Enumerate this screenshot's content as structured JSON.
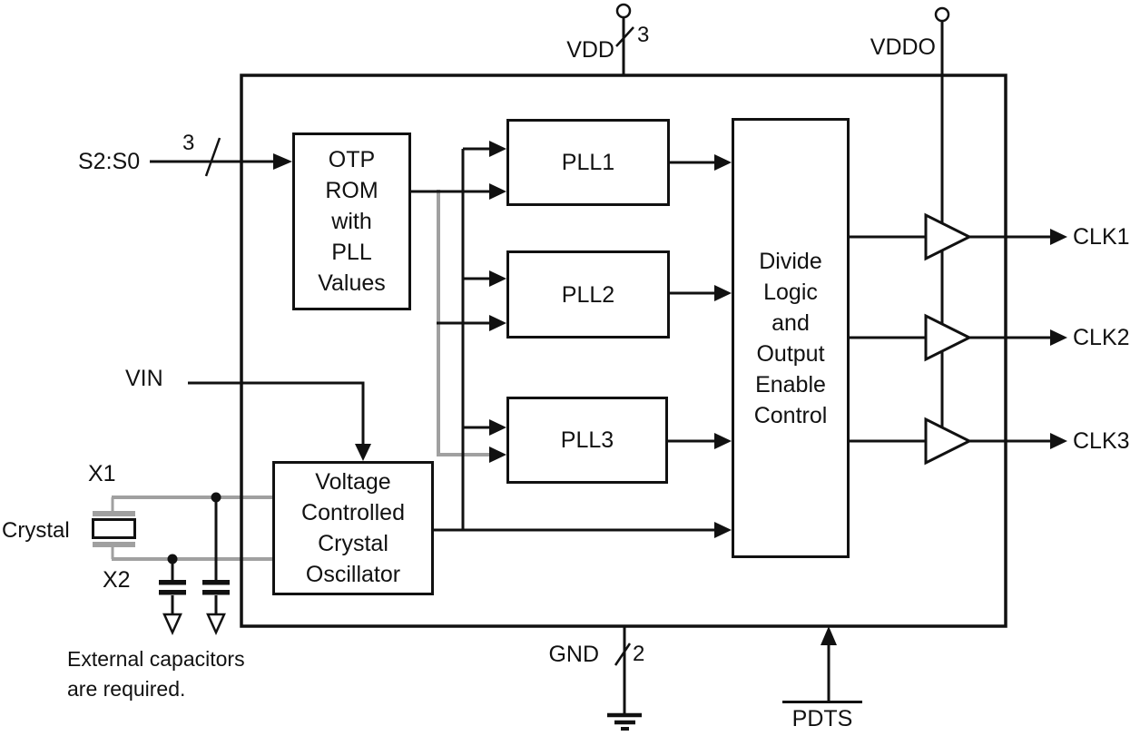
{
  "diagram": {
    "blocks": {
      "otp_rom": {
        "label": "OTP\nROM\nwith\nPLL\nValues"
      },
      "pll1": {
        "label": "PLL1"
      },
      "pll2": {
        "label": "PLL2"
      },
      "pll3": {
        "label": "PLL3"
      },
      "divide_logic": {
        "label": "Divide\nLogic\nand\nOutput\nEnable\nControl"
      },
      "vcxo": {
        "label": "Voltage\nControlled\nCrystal\nOscillator"
      }
    },
    "pins": {
      "s2_s0": {
        "label": "S2:S0",
        "bus_width": "3"
      },
      "vdd": {
        "label": "VDD",
        "bus_width": "3"
      },
      "vddo": {
        "label": "VDDO"
      },
      "gnd": {
        "label": "GND",
        "bus_width": "2"
      },
      "vin": {
        "label": "VIN"
      },
      "x1": {
        "label": "X1"
      },
      "x2": {
        "label": "X2"
      },
      "clk1": {
        "label": "CLK1"
      },
      "clk2": {
        "label": "CLK2"
      },
      "clk3": {
        "label": "CLK3"
      },
      "pdts": {
        "label": "PDTS",
        "active_low": true
      }
    },
    "annotations": {
      "crystal": "Crystal",
      "external_caps_note": "External capacitors\nare required."
    },
    "colors": {
      "line": "#111111",
      "crystal_line": "#a0a0a0",
      "background": "#ffffff"
    }
  }
}
